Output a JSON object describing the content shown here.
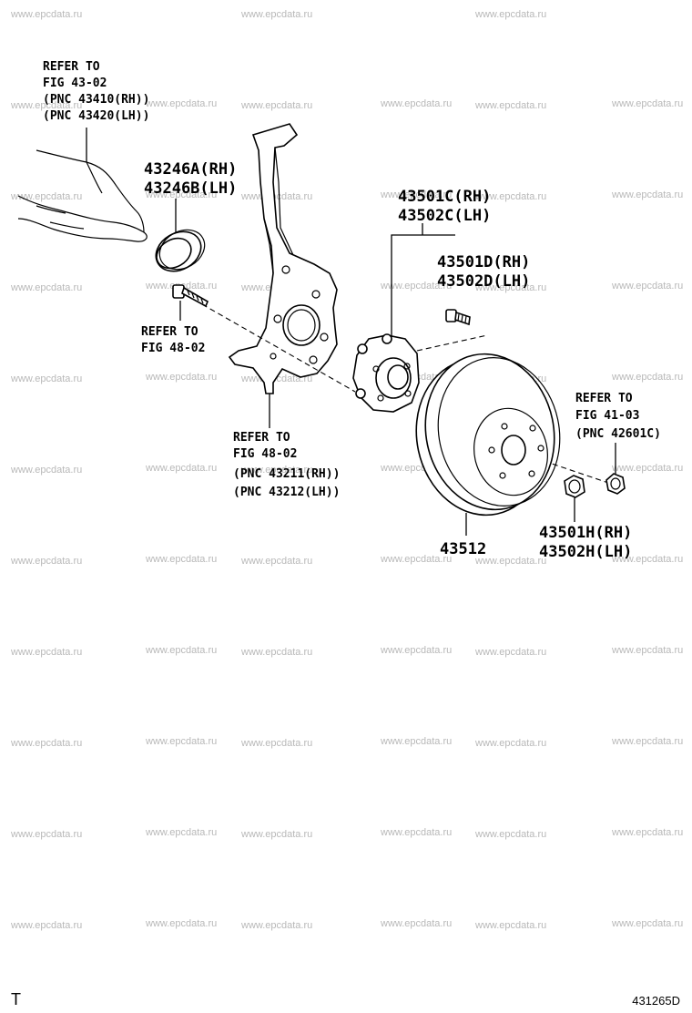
{
  "watermark": "www.epcdata.ru",
  "callouts": {
    "ref_43_02": [
      "REFER TO",
      "FIG 43-02",
      "(PNC 43410(RH))",
      "(PNC 43420(LH))"
    ],
    "seal": [
      "43246A(RH)",
      "43246B(LH)"
    ],
    "ref_48_02_bolt": [
      "REFER TO",
      "FIG 48-02"
    ],
    "ref_48_02_knuckle": [
      "REFER TO",
      "FIG 48-02",
      "(PNC 43211(RH))",
      "(PNC 43212(LH))"
    ],
    "hub": [
      "43501C(RH)",
      "43502C(LH)"
    ],
    "hub_bolt": [
      "43501D(RH)",
      "43502D(LH)"
    ],
    "ref_41_03": [
      "REFER TO",
      "FIG 41-03",
      "(PNC 42601C)"
    ],
    "nut": [
      "43501H(RH)",
      "43502H(LH)"
    ],
    "disc": [
      "43512"
    ]
  },
  "footer": {
    "left": "T",
    "right": "431265D"
  }
}
